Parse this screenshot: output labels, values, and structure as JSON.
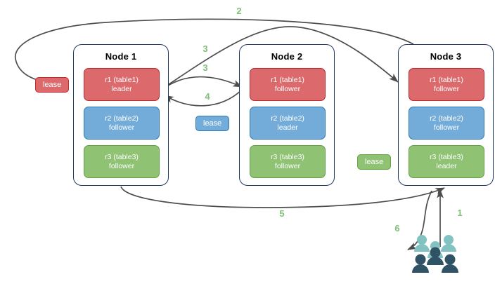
{
  "diagram": {
    "title_hidden": "",
    "colors": {
      "replica_red": "#dc6a6d",
      "replica_red_border": "#c0282c",
      "replica_blue": "#74acd9",
      "replica_blue_border": "#2f79b5",
      "replica_green": "#8fc273",
      "replica_green_border": "#62a243",
      "node_border": "#1f3864",
      "arrow": "#4d4d4d",
      "step_label": "#82c07a",
      "users_light": "#82c2c2",
      "users_dark": "#2f5364"
    }
  },
  "nodes": [
    {
      "id": "node-1",
      "title": "Node 1",
      "replicas": [
        {
          "name": "r1 (table1)",
          "role": "leader",
          "color": "red"
        },
        {
          "name": "r2 (table2)",
          "role": "follower",
          "color": "blue"
        },
        {
          "name": "r3 (table3)",
          "role": "follower",
          "color": "green"
        }
      ]
    },
    {
      "id": "node-2",
      "title": "Node 2",
      "replicas": [
        {
          "name": "r1 (table1)",
          "role": "follower",
          "color": "red"
        },
        {
          "name": "r2 (table2)",
          "role": "leader",
          "color": "blue"
        },
        {
          "name": "r3 (table3)",
          "role": "follower",
          "color": "green"
        }
      ]
    },
    {
      "id": "node-3",
      "title": "Node 3",
      "replicas": [
        {
          "name": "r1 (table1)",
          "role": "follower",
          "color": "red"
        },
        {
          "name": "r2 (table2)",
          "role": "follower",
          "color": "blue"
        },
        {
          "name": "r3 (table3)",
          "role": "leader",
          "color": "green"
        }
      ]
    }
  ],
  "leases": [
    {
      "id": "lease-table1",
      "label": "lease",
      "color": "red"
    },
    {
      "id": "lease-table2",
      "label": "lease",
      "color": "blue"
    },
    {
      "id": "lease-table3",
      "label": "lease",
      "color": "green"
    }
  ],
  "steps": [
    {
      "id": "step-1",
      "label": "1"
    },
    {
      "id": "step-2",
      "label": "2"
    },
    {
      "id": "step-3a",
      "label": "3"
    },
    {
      "id": "step-3b",
      "label": "3"
    },
    {
      "id": "step-4",
      "label": "4"
    },
    {
      "id": "step-5",
      "label": "5"
    },
    {
      "id": "step-6",
      "label": "6"
    }
  ],
  "icons": {
    "users": "users-group-icon"
  }
}
